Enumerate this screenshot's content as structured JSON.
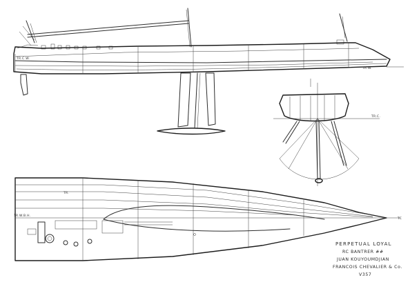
{
  "title_block": {
    "title": "PERPETUAL LOYAL",
    "line_2": "RC BANTRER ##",
    "line_3": "JUAN KOUYOUMDJIAN",
    "line_4": "FRANCOIS CHEVALIER & Co.",
    "line_5": "V357"
  },
  "labels": {
    "profile_left_tag": "TR.C.W.",
    "profile_right_tag": "TR.W.",
    "section_tag": "TR.C.",
    "plan_left_tag": "TR.W.B.H.",
    "plan_inner_tag": "TR.",
    "plan_bow_tag": "TC"
  },
  "colors": {
    "ink": "#2b2b2b",
    "paper": "#ffffff"
  }
}
